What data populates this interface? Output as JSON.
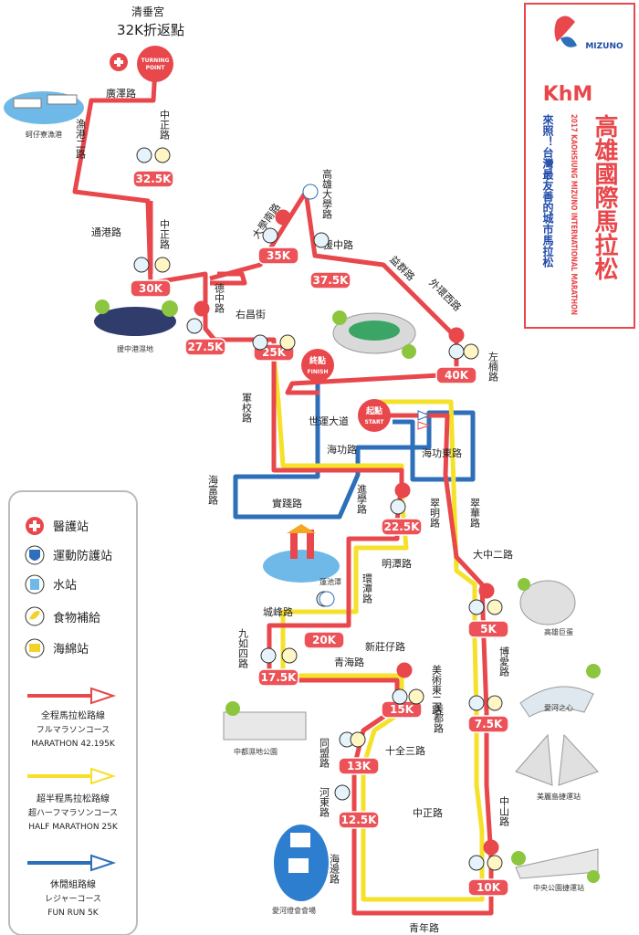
{
  "header": {
    "title": "高雄國際馬拉松",
    "subtitle": "2017 KAOHSIUNG MIZUNO INTERNATIONAL MARATHON",
    "tagline": "來照！台灣最友善的城市馬拉松",
    "logo_khm": "KhM",
    "logo_mizuno": "MIZUNO"
  },
  "top_label": {
    "line1": "清垂宮",
    "line2": "32K折返點"
  },
  "markers": {
    "turning": [
      "TURNING",
      "POINT"
    ],
    "finish": [
      "終點",
      "FINISH"
    ],
    "start": [
      "起點",
      "START"
    ]
  },
  "km_labels": [
    "32.5K",
    "30K",
    "27.5K",
    "25K",
    "35K",
    "37.5K",
    "40K",
    "22.5K",
    "20K",
    "17.5K",
    "15K",
    "13K",
    "12.5K",
    "10K",
    "7.5K",
    "5K"
  ],
  "roads": {
    "r1": "廣澤路",
    "r2": "中正路",
    "r3": "漁港二路",
    "r4": "通港路",
    "r5": "中正路",
    "r6": "德中路",
    "r7": "右昌街",
    "r8": "大學南路",
    "r9": "高雄大學路",
    "r10": "援中路",
    "r11": "益群路",
    "r12": "外環西路",
    "r13": "左楠路",
    "r14": "軍校路",
    "r15": "世運大道",
    "r16": "海功路",
    "r17": "海功東路",
    "r18": "海富路",
    "r19": "實踐路",
    "r20": "進學路",
    "r21": "翠明路",
    "r22": "翠華路",
    "r23": "大中二路",
    "r24": "明潭路",
    "r25": "環潭路",
    "r26": "城峰路",
    "r27": "九如四路",
    "r28": "新莊仔路",
    "r29": "青海路",
    "r30": "美術東二路",
    "r31": "博愛路",
    "r32": "美都路",
    "r33": "同盟路",
    "r34": "十全三路",
    "r35": "河東路",
    "r36": "中正路",
    "r37": "中山路",
    "r38": "海邊路",
    "r39": "青年路"
  },
  "landmarks": {
    "l1": "蚵仔寮漁港",
    "l2": "援中港濕地",
    "l3": "蓮池潭",
    "l4": "高雄巨蛋",
    "l5": "愛河之心",
    "l6": "中都濕地公園",
    "l7": "美麗島捷運站",
    "l8": "愛河燈會會場",
    "l9": "中央公園捷運站"
  },
  "legend": {
    "items": [
      "醫護站",
      "運動防護站",
      "水站",
      "食物補給",
      "海綿站"
    ],
    "routes": [
      {
        "zh": "全程馬拉松路線",
        "ja": "フルマラソンコース",
        "en": "MARATHON 42.195K",
        "color": "#e8474b"
      },
      {
        "zh": "超半程馬拉松路線",
        "ja": "超ハーフマラソンコース",
        "en": "HALF MARATHON 25K",
        "color": "#f5e12a"
      },
      {
        "zh": "休閒組路線",
        "ja": "レジャーコース",
        "en": "FUN RUN 5K",
        "color": "#2e6fba"
      }
    ]
  },
  "colors": {
    "red": "#e8474b",
    "yellow": "#f5e12a",
    "blue": "#2e6fba",
    "station_red": "#ec5257"
  }
}
